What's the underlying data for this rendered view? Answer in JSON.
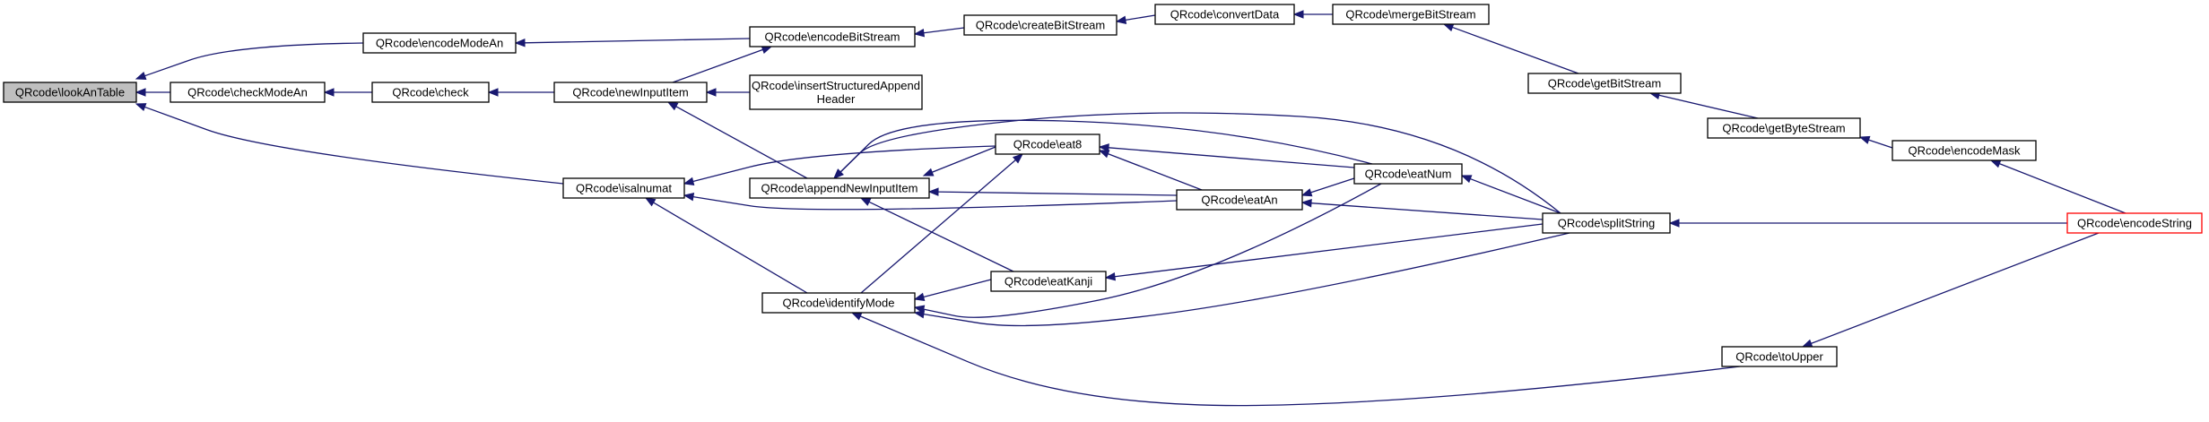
{
  "colors": {
    "edge": "#191970",
    "node_border": "#000000",
    "root_fill": "#bfbfbf",
    "highlight_border": "#ff0000"
  },
  "nodes": [
    {
      "id": "lookAnTable",
      "lines": [
        "QRcode\\lookAnTable"
      ],
      "style": "root"
    },
    {
      "id": "encodeModeAn",
      "lines": [
        "QRcode\\encodeModeAn"
      ]
    },
    {
      "id": "checkModeAn",
      "lines": [
        "QRcode\\checkModeAn"
      ]
    },
    {
      "id": "isalnumat",
      "lines": [
        "QRcode\\isalnumat"
      ]
    },
    {
      "id": "encodeBitStream",
      "lines": [
        "QRcode\\encodeBitStream"
      ]
    },
    {
      "id": "check",
      "lines": [
        "QRcode\\check"
      ]
    },
    {
      "id": "newInputItem",
      "lines": [
        "QRcode\\newInputItem"
      ]
    },
    {
      "id": "createBitStream",
      "lines": [
        "QRcode\\createBitStream"
      ]
    },
    {
      "id": "convertData",
      "lines": [
        "QRcode\\convertData"
      ]
    },
    {
      "id": "mergeBitStream",
      "lines": [
        "QRcode\\mergeBitStream"
      ]
    },
    {
      "id": "insertStructuredAppendHeader",
      "lines": [
        "QRcode\\insertStructuredAppend",
        "Header"
      ]
    },
    {
      "id": "appendNewInputItem",
      "lines": [
        "QRcode\\appendNewInputItem"
      ]
    },
    {
      "id": "identifyMode",
      "lines": [
        "QRcode\\identifyMode"
      ]
    },
    {
      "id": "eat8",
      "lines": [
        "QRcode\\eat8"
      ]
    },
    {
      "id": "eatAn",
      "lines": [
        "QRcode\\eatAn"
      ]
    },
    {
      "id": "eatKanji",
      "lines": [
        "QRcode\\eatKanji"
      ]
    },
    {
      "id": "eatNum",
      "lines": [
        "QRcode\\eatNum"
      ]
    },
    {
      "id": "getBitStream",
      "lines": [
        "QRcode\\getBitStream"
      ]
    },
    {
      "id": "splitString",
      "lines": [
        "QRcode\\splitString"
      ]
    },
    {
      "id": "getByteStream",
      "lines": [
        "QRcode\\getByteStream"
      ]
    },
    {
      "id": "toUpper",
      "lines": [
        "QRcode\\toUpper"
      ]
    },
    {
      "id": "encodeMask",
      "lines": [
        "QRcode\\encodeMask"
      ]
    },
    {
      "id": "encodeString",
      "lines": [
        "QRcode\\encodeString"
      ],
      "style": "red"
    }
  ],
  "edges": [
    {
      "from": "encodeModeAn",
      "to": "lookAnTable"
    },
    {
      "from": "checkModeAn",
      "to": "lookAnTable"
    },
    {
      "from": "isalnumat",
      "to": "lookAnTable"
    },
    {
      "from": "encodeBitStream",
      "to": "encodeModeAn"
    },
    {
      "from": "check",
      "to": "checkModeAn"
    },
    {
      "from": "newInputItem",
      "to": "check"
    },
    {
      "from": "newInputItem",
      "to": "encodeBitStream"
    },
    {
      "from": "createBitStream",
      "to": "encodeBitStream"
    },
    {
      "from": "convertData",
      "to": "createBitStream"
    },
    {
      "from": "mergeBitStream",
      "to": "convertData"
    },
    {
      "from": "getBitStream",
      "to": "mergeBitStream"
    },
    {
      "from": "getByteStream",
      "to": "getBitStream"
    },
    {
      "from": "encodeMask",
      "to": "getByteStream"
    },
    {
      "from": "encodeString",
      "to": "encodeMask"
    },
    {
      "from": "insertStructuredAppendHeader",
      "to": "newInputItem"
    },
    {
      "from": "appendNewInputItem",
      "to": "newInputItem"
    },
    {
      "from": "eat8",
      "to": "appendNewInputItem"
    },
    {
      "from": "eatAn",
      "to": "appendNewInputItem"
    },
    {
      "from": "eatKanji",
      "to": "appendNewInputItem"
    },
    {
      "from": "eatNum",
      "to": "appendNewInputItem"
    },
    {
      "from": "splitString",
      "to": "appendNewInputItem"
    },
    {
      "from": "eat8",
      "to": "isalnumat"
    },
    {
      "from": "eatAn",
      "to": "isalnumat"
    },
    {
      "from": "identifyMode",
      "to": "isalnumat"
    },
    {
      "from": "eatAn",
      "to": "eat8"
    },
    {
      "from": "eatNum",
      "to": "eat8"
    },
    {
      "from": "identifyMode",
      "to": "eat8"
    },
    {
      "from": "eatNum",
      "to": "eatAn"
    },
    {
      "from": "splitString",
      "to": "eatAn"
    },
    {
      "from": "eatKanji",
      "to": "identifyMode"
    },
    {
      "from": "eatNum",
      "to": "identifyMode"
    },
    {
      "from": "splitString",
      "to": "identifyMode"
    },
    {
      "from": "toUpper",
      "to": "identifyMode"
    },
    {
      "from": "splitString",
      "to": "eatKanji"
    },
    {
      "from": "splitString",
      "to": "eatNum"
    },
    {
      "from": "encodeString",
      "to": "splitString"
    },
    {
      "from": "encodeString",
      "to": "toUpper"
    }
  ]
}
